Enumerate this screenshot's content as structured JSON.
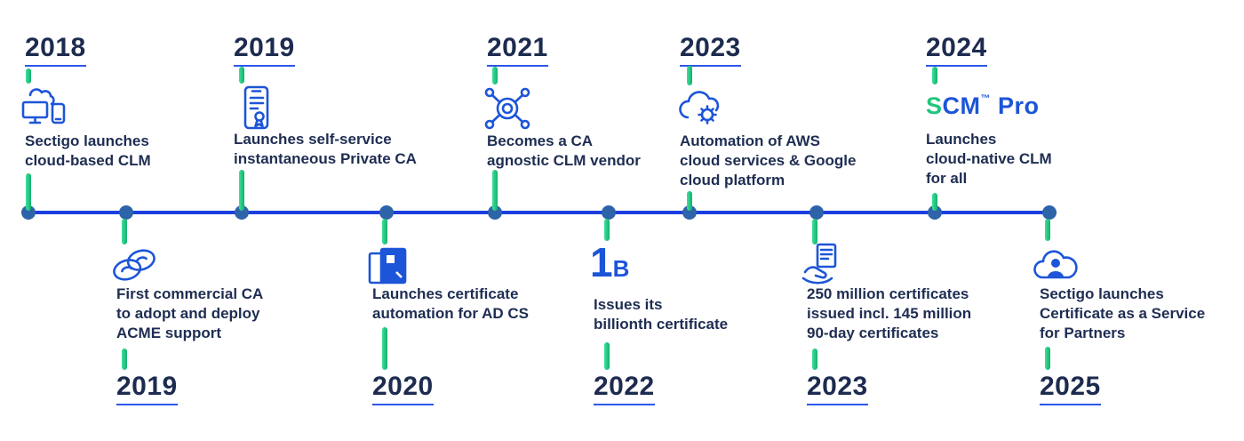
{
  "colors": {
    "text_navy": "#1e2d52",
    "timeline_blue": "#1c3fe0",
    "node_blue": "#2d63a8",
    "underline_blue": "#2b57e8",
    "icon_blue": "#1d55d8",
    "connector_green": "#12b06b",
    "logo_green": "#1fc77c"
  },
  "timeline": {
    "events_top": [
      {
        "year": "2018",
        "text": "Sectigo launches\ncloud-based CLM",
        "icon": "cloud-devices-icon"
      },
      {
        "year": "2019",
        "text": "Launches self-service\ninstantaneous Private CA",
        "icon": "private-ca-phone-icon"
      },
      {
        "year": "2021",
        "text": "Becomes a CA\nagnostic CLM vendor",
        "icon": "network-hub-icon"
      },
      {
        "year": "2023",
        "text": "Automation of AWS\ncloud services & Google\ncloud platform",
        "icon": "cloud-automation-icon"
      },
      {
        "year": "2024",
        "text": "Launches\ncloud-native CLM\nfor all",
        "icon": "scm-pro-logo",
        "logo": {
          "s": "S",
          "cm": "CM",
          "tm": "™",
          "pro": " Pro"
        }
      }
    ],
    "events_bottom": [
      {
        "year": "2019",
        "text": "First commercial CA\nto adopt and deploy\nACME support",
        "icon": "acme-fingerprint-icon"
      },
      {
        "year": "2020",
        "text": "Launches certificate\nautomation for AD CS",
        "icon": "ad-cs-window-icon"
      },
      {
        "year": "2022",
        "text": "Issues its\nbillionth certificate",
        "icon": "one-billion-icon",
        "icon_text": {
          "one": "1",
          "b": "B"
        }
      },
      {
        "year": "2023",
        "text": "250 million certificates\nissued incl. 145 million\n90-day certificates",
        "icon": "certificates-hand-icon"
      },
      {
        "year": "2025",
        "text": "Sectigo launches\nCertificate as a Service\nfor Partners",
        "icon": "cloud-service-icon"
      }
    ]
  }
}
